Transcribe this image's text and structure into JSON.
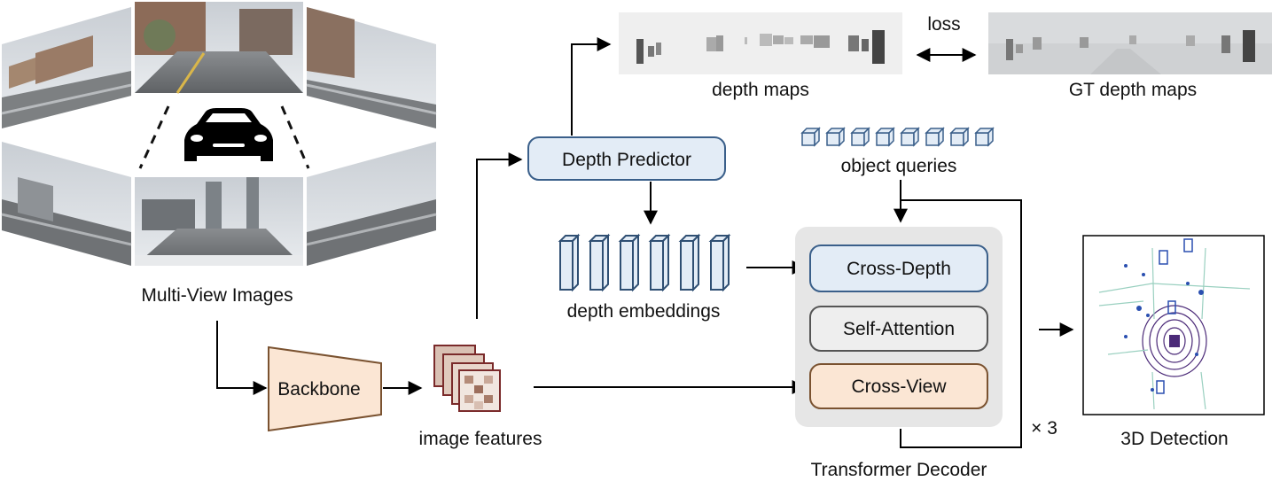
{
  "labels": {
    "multi_view": "Multi-View Images",
    "backbone": "Backbone",
    "image_features": "image features",
    "depth_predictor": "Depth Predictor",
    "depth_maps": "depth maps",
    "loss": "loss",
    "gt_depth_maps": "GT depth maps",
    "object_queries": "object queries",
    "depth_embeddings": "depth embeddings",
    "cross_depth": "Cross-Depth",
    "self_attention": "Self-Attention",
    "cross_view": "Cross-View",
    "transformer_decoder": "Transformer Decoder",
    "repeat": "× 3",
    "detection": "3D Detection"
  },
  "colors": {
    "blue_fill": "#e3ecf6",
    "blue_stroke": "#3a5f8a",
    "orange_fill": "#fbe6d4",
    "orange_stroke": "#7a5230",
    "gray_fill": "#eeeeee",
    "gray_stroke": "#555555",
    "decoder_bg": "#e6e6e6"
  }
}
